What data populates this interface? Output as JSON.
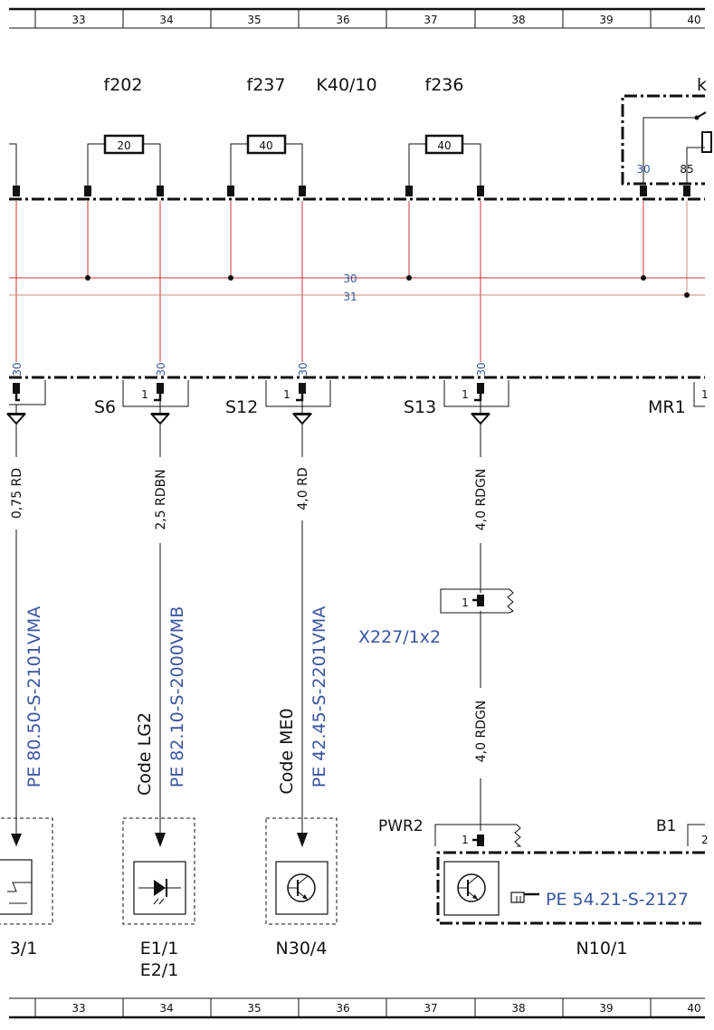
{
  "ruler": {
    "top_numbers": [
      "33",
      "34",
      "35",
      "36",
      "37",
      "38",
      "39",
      "40"
    ],
    "bottom_numbers": [
      "33",
      "34",
      "35",
      "36",
      "37",
      "38",
      "39",
      "40"
    ]
  },
  "fuses": [
    {
      "id": "f202",
      "rating": "20"
    },
    {
      "id": "f237",
      "rating": "40"
    },
    {
      "id": "f236",
      "rating": "40"
    }
  ],
  "module_label": "K40/10",
  "relay_label": "k",
  "relay_pins": {
    "pin30": "30",
    "pin85": "85"
  },
  "bus_labels": {
    "bus30": "30",
    "bus31": "31"
  },
  "connector_pins": {
    "p1": "30",
    "p2": "30",
    "p3": "30",
    "p4": "30"
  },
  "splice_labels": {
    "s6": "S6",
    "s12": "S12",
    "s13": "S13",
    "mr1": "MR1"
  },
  "connector_pin_numbers": {
    "one": "1",
    "two": "2"
  },
  "wires": {
    "w1": "0,75 RD",
    "w2": "2,5 RDBN",
    "w3": "4,0 RD",
    "w4": "4,0 RDGN",
    "w5": "4,0 RDGN"
  },
  "connector_x227": "X227/1x2",
  "references": {
    "r1": "PE 80.50-S-2101VMA",
    "r2": "PE 82.10-S-2000VMB",
    "r3": "PE 42.45-S-2201VMA",
    "r4": "PE 54.21-S-2127"
  },
  "codes": {
    "c1": "Code LG2",
    "c2": "Code ME0"
  },
  "connectors_bottom": {
    "pwr2": "PWR2",
    "b1": "B1"
  },
  "components": {
    "comp1": "3/1",
    "comp2a": "E1/1",
    "comp2b": "E2/1",
    "comp3": "N30/4",
    "comp4": "N10/1"
  },
  "colors": {
    "red_wire": "#d23232",
    "brown_wire": "#c88878",
    "blue_text": "#3a55a0"
  }
}
